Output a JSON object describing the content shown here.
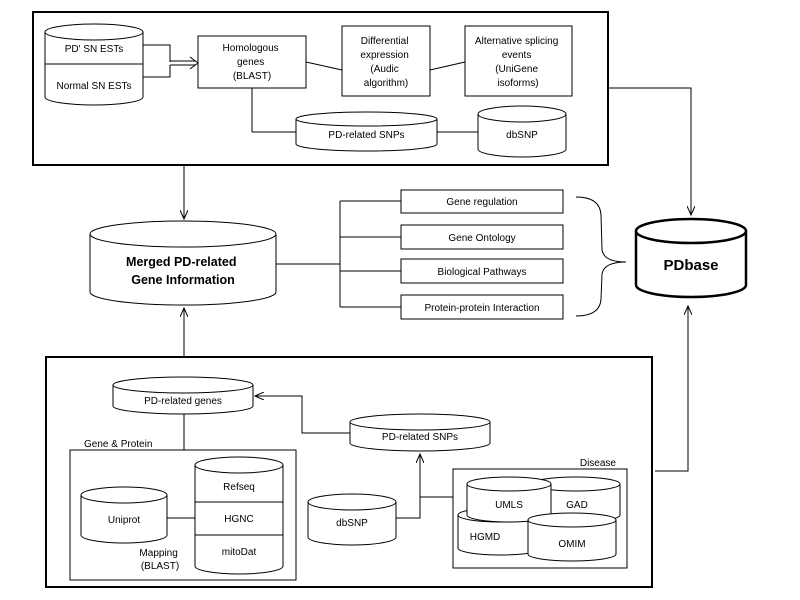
{
  "top": {
    "est_pd": "PD' SN ESTs",
    "est_normal": "Normal SN ESTs",
    "homologous": [
      "Homologous",
      "genes",
      "(BLAST)"
    ],
    "differential": [
      "Differential",
      "expression",
      "(Audic",
      "algorithm)"
    ],
    "splicing": [
      "Alternative splicing",
      "events",
      "(UniGene",
      "isoforms)"
    ],
    "pd_snps": "PD-related  SNPs",
    "dbsnp": "dbSNP"
  },
  "middle": {
    "merged": [
      "Merged PD-related",
      "Gene Information"
    ],
    "annotations": [
      "Gene regulation",
      "Gene Ontology",
      "Biological Pathways",
      "Protein-protein Interaction"
    ],
    "pdbase": "PDbase"
  },
  "bottom": {
    "pd_genes": "PD-related genes",
    "gene_protein_title": "Gene & Protein",
    "uniprot": "Uniprot",
    "refseq": "Refseq",
    "hgnc": "HGNC",
    "mitodat": "mitoDat",
    "mapping": [
      "Mapping",
      "(BLAST)"
    ],
    "pd_snps": "PD-related  SNPs",
    "dbsnp": "dbSNP",
    "disease_title": "Disease",
    "umls": "UMLS",
    "gad": "GAD",
    "hgmd": "HGMD",
    "omim": "OMIM"
  }
}
